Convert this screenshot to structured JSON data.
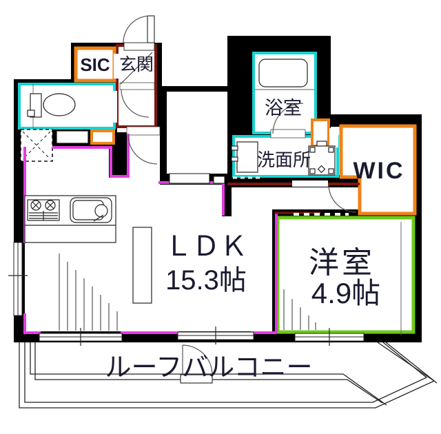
{
  "plan": {
    "rooms": {
      "sic": {
        "label": "SIC"
      },
      "genkan": {
        "label": "玄関"
      },
      "bathroom": {
        "label": "浴室"
      },
      "washroom": {
        "label": "洗面所"
      },
      "wic": {
        "label": "WIC"
      },
      "ldk": {
        "label": "ＬＤＫ",
        "size": "15.3帖"
      },
      "bedroom": {
        "label": "洋室",
        "size": "4.9帖"
      },
      "balcony": {
        "label": "ルーフバルコニー"
      }
    },
    "colors": {
      "wall": "#000000",
      "ldk_wall": "#e23ce2",
      "wet_wall": "#18d2d2",
      "storage_wall": "#ef8318",
      "entrance_wall": "#7a1612",
      "bedroom_wall": "#6dc81c",
      "text": "#1a1a30"
    }
  }
}
